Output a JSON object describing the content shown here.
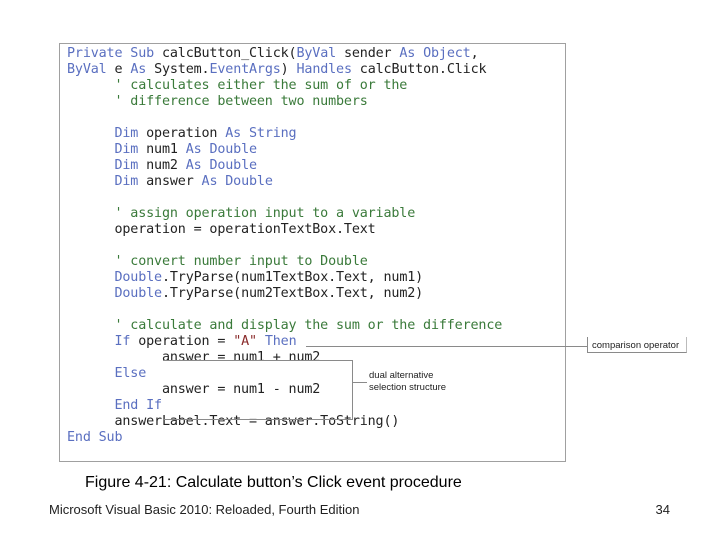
{
  "code": {
    "lines": [
      [
        {
          "t": "Private Sub ",
          "c": "k"
        },
        {
          "t": "calcButton_Click(",
          "c": "p"
        },
        {
          "t": "ByVal ",
          "c": "k"
        },
        {
          "t": "sender ",
          "c": "p"
        },
        {
          "t": "As Object",
          "c": "k"
        },
        {
          "t": ",",
          "c": "p"
        }
      ],
      [
        {
          "t": "ByVal ",
          "c": "k"
        },
        {
          "t": "e ",
          "c": "p"
        },
        {
          "t": "As ",
          "c": "k"
        },
        {
          "t": "System.",
          "c": "p"
        },
        {
          "t": "EventArgs",
          "c": "k"
        },
        {
          "t": ") ",
          "c": "p"
        },
        {
          "t": "Handles ",
          "c": "k"
        },
        {
          "t": "calcButton.Click",
          "c": "p"
        }
      ],
      [
        {
          "t": "      ' calculates either the sum of or the",
          "c": "c"
        }
      ],
      [
        {
          "t": "      ' difference between two numbers",
          "c": "c"
        }
      ],
      [],
      [
        {
          "t": "      ",
          "c": "p"
        },
        {
          "t": "Dim ",
          "c": "k"
        },
        {
          "t": "operation ",
          "c": "p"
        },
        {
          "t": "As String",
          "c": "k"
        }
      ],
      [
        {
          "t": "      ",
          "c": "p"
        },
        {
          "t": "Dim ",
          "c": "k"
        },
        {
          "t": "num1 ",
          "c": "p"
        },
        {
          "t": "As Double",
          "c": "k"
        }
      ],
      [
        {
          "t": "      ",
          "c": "p"
        },
        {
          "t": "Dim ",
          "c": "k"
        },
        {
          "t": "num2 ",
          "c": "p"
        },
        {
          "t": "As Double",
          "c": "k"
        }
      ],
      [
        {
          "t": "      ",
          "c": "p"
        },
        {
          "t": "Dim ",
          "c": "k"
        },
        {
          "t": "answer ",
          "c": "p"
        },
        {
          "t": "As Double",
          "c": "k"
        }
      ],
      [],
      [
        {
          "t": "      ' assign operation input to a variable",
          "c": "c"
        }
      ],
      [
        {
          "t": "      operation = operationTextBox.Text",
          "c": "p"
        }
      ],
      [],
      [
        {
          "t": "      ' convert number input to Double",
          "c": "c"
        }
      ],
      [
        {
          "t": "      ",
          "c": "p"
        },
        {
          "t": "Double",
          "c": "k"
        },
        {
          "t": ".TryParse(num1TextBox.Text, num1)",
          "c": "p"
        }
      ],
      [
        {
          "t": "      ",
          "c": "p"
        },
        {
          "t": "Double",
          "c": "k"
        },
        {
          "t": ".TryParse(num2TextBox.Text, num2)",
          "c": "p"
        }
      ],
      [],
      [
        {
          "t": "      ' calculate and display the sum or the difference",
          "c": "c"
        }
      ],
      [
        {
          "t": "      ",
          "c": "p"
        },
        {
          "t": "If ",
          "c": "k"
        },
        {
          "t": "operation = ",
          "c": "p"
        },
        {
          "t": "\"A\" ",
          "c": "s"
        },
        {
          "t": "Then",
          "c": "k"
        }
      ],
      [
        {
          "t": "            answer = num1 + num2",
          "c": "p"
        }
      ],
      [
        {
          "t": "      ",
          "c": "p"
        },
        {
          "t": "Else",
          "c": "k"
        }
      ],
      [
        {
          "t": "            answer = num1 - num2",
          "c": "p"
        }
      ],
      [
        {
          "t": "      ",
          "c": "p"
        },
        {
          "t": "End If",
          "c": "k"
        }
      ],
      [
        {
          "t": "      answerLabel.Text = answer.ToString()",
          "c": "p"
        }
      ],
      [
        {
          "t": "End Sub",
          "c": "k"
        }
      ]
    ]
  },
  "callouts": {
    "comparison": "comparison operator",
    "dual_line1": "dual alternative",
    "dual_line2": "selection structure"
  },
  "caption": "Figure 4-21: Calculate button’s Click event procedure",
  "footer": {
    "book": "Microsoft Visual Basic 2010: Reloaded, Fourth Edition",
    "page": "34"
  },
  "colors": {
    "keyword": "#5a6fc0",
    "comment": "#3a7a3a",
    "string": "#8a2b2b",
    "plain": "#222222"
  }
}
